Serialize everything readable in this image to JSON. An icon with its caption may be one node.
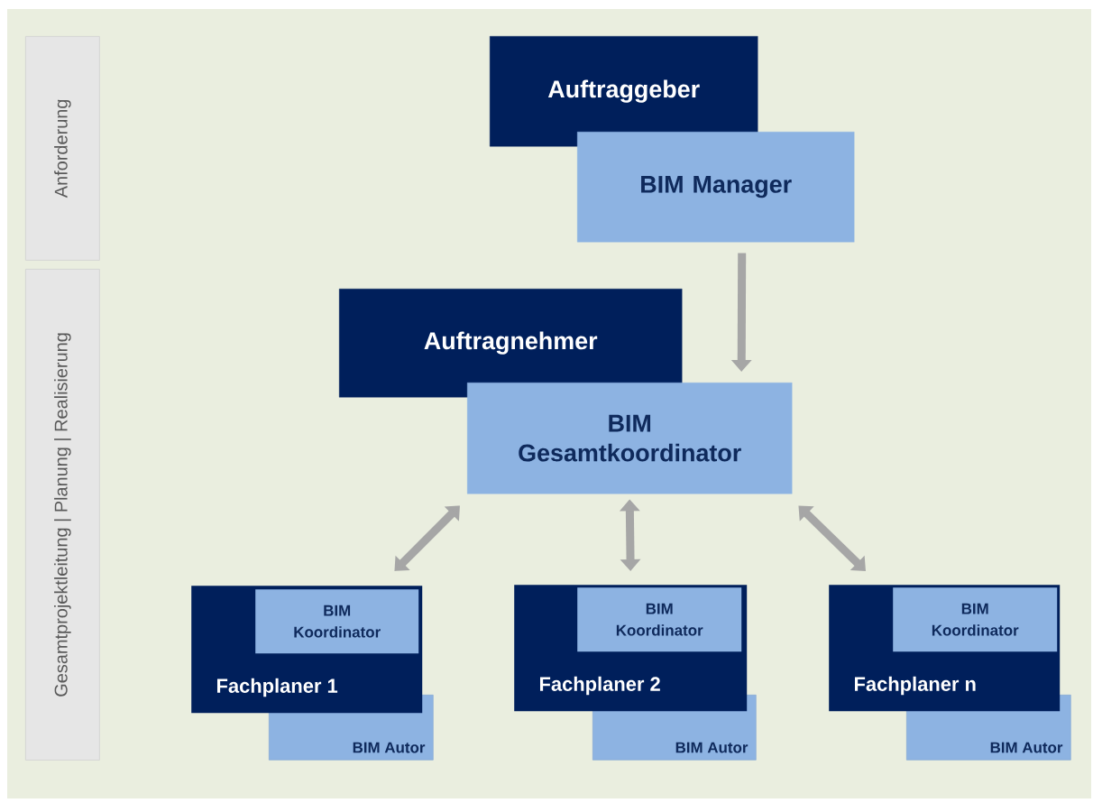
{
  "diagram": {
    "nodes": [
      {
        "text": [
          "Anforderung"
        ]
      },
      {
        "text": [
          "Gesamtprojektleitung | Planung | Realisierung"
        ]
      },
      {
        "text": [
          "Auftraggeber"
        ]
      },
      {
        "text": [
          "BIM Manager"
        ]
      },
      {
        "text": [
          "Auftragnehmer"
        ]
      },
      {
        "text": [
          "BIM Gesamtkoordinator"
        ]
      },
      {
        "text": [
          "Fachplaner 1"
        ]
      },
      {
        "text": [
          "BIM Koordinator"
        ],
        "in": 6
      },
      {
        "text": [
          "BIM Autor"
        ]
      },
      {
        "text": [
          "Fachplaner 2"
        ]
      },
      {
        "text": [
          "BIM Koordinator"
        ],
        "in": 9
      },
      {
        "text": [
          "BIM Autor"
        ]
      },
      {
        "text": [
          "Fachplaner n"
        ]
      },
      {
        "text": [
          "BIM Koordinator"
        ],
        "in": 12
      },
      {
        "text": [
          "BIM Autor"
        ]
      }
    ],
    "edges": [
      {
        "from": 3,
        "to": 5,
        "arrow": "to"
      },
      {
        "from": 5,
        "to": 6,
        "arrow": "both"
      },
      {
        "from": 5,
        "to": 9,
        "arrow": "both"
      },
      {
        "from": 5,
        "to": 12,
        "arrow": "both"
      }
    ]
  }
}
